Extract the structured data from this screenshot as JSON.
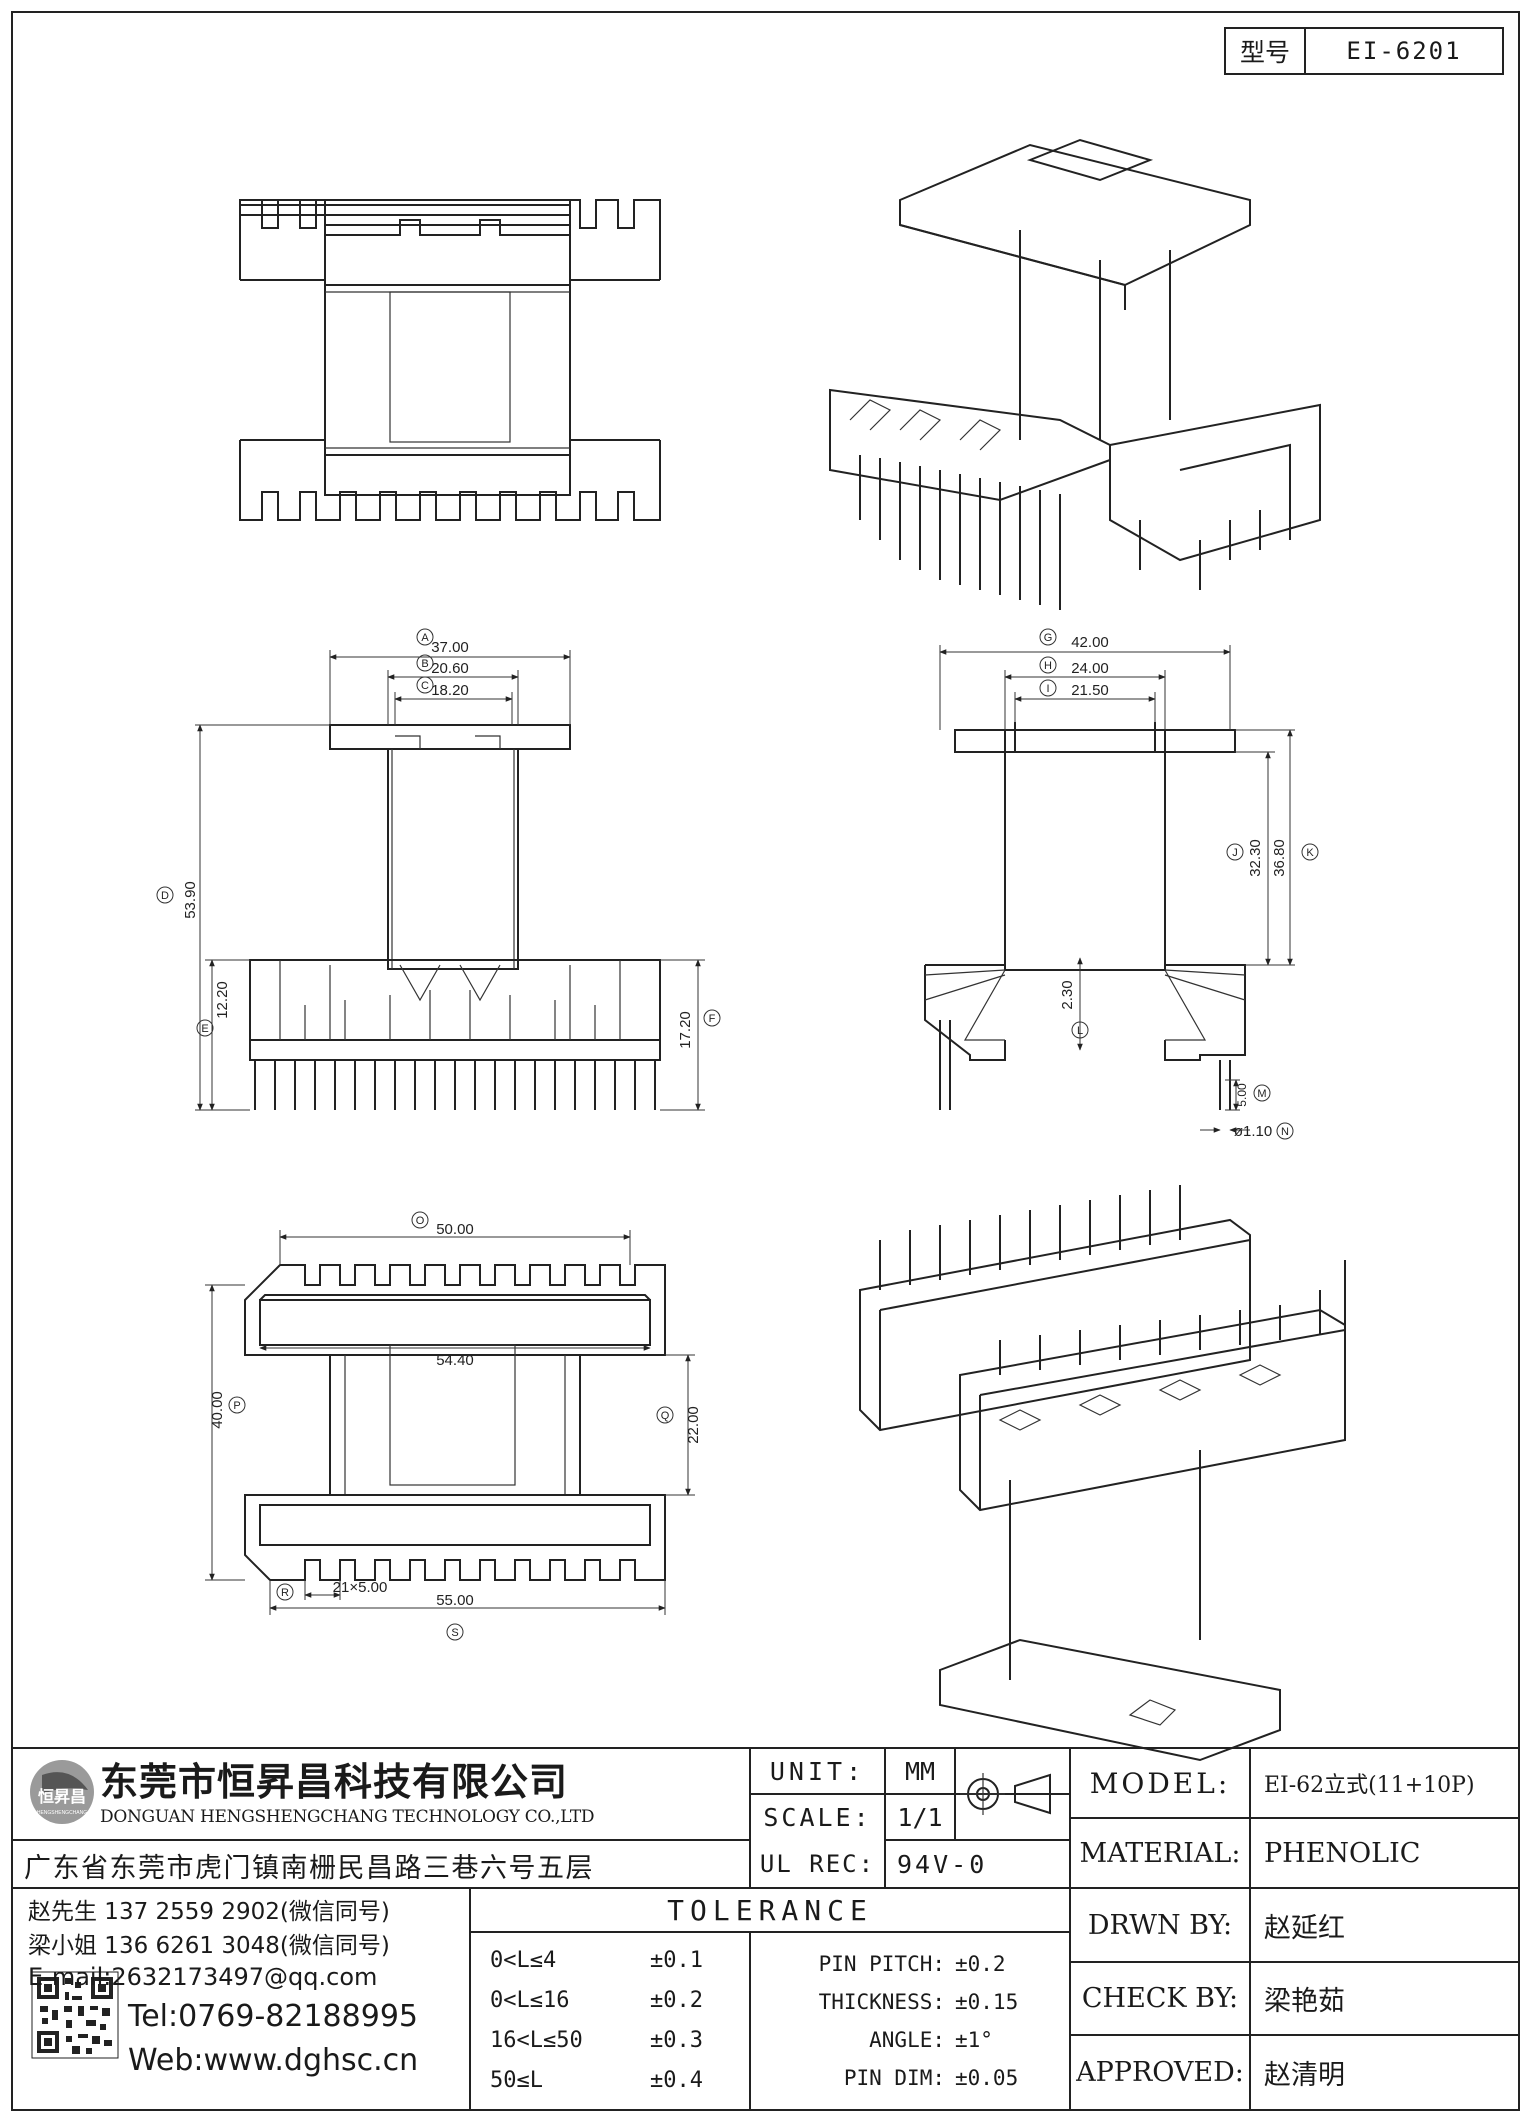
{
  "model_box": {
    "label": "型号",
    "value": "EI-6201"
  },
  "dimensions": {
    "A": {
      "letter": "A",
      "value": "37.00"
    },
    "B": {
      "letter": "B",
      "value": "20.60"
    },
    "C": {
      "letter": "C",
      "value": "18.20"
    },
    "D": {
      "letter": "D",
      "value": "53.90"
    },
    "E": {
      "letter": "E",
      "value": "12.20"
    },
    "F": {
      "letter": "F",
      "value": "17.20"
    },
    "G": {
      "letter": "G",
      "value": "42.00"
    },
    "H": {
      "letter": "H",
      "value": "24.00"
    },
    "I": {
      "letter": "I",
      "value": "21.50"
    },
    "J": {
      "letter": "J",
      "value": "32.30"
    },
    "K": {
      "letter": "K",
      "value": "36.80"
    },
    "L": {
      "letter": "L",
      "value": "2.30"
    },
    "M": {
      "letter": "M",
      "value": "5.00"
    },
    "N": {
      "letter": "N",
      "value": "ø1.10"
    },
    "O": {
      "letter": "O",
      "value": "50.00"
    },
    "P": {
      "letter": "P",
      "value": "40.00"
    },
    "Q": {
      "letter": "Q",
      "value": "22.00"
    },
    "R": {
      "letter": "R",
      "value": ""
    },
    "S": {
      "letter": "S",
      "value": "55.00"
    },
    "inner": {
      "value": "54.40"
    },
    "pitch": {
      "value": "21×5.00"
    }
  },
  "company": {
    "name_cn": "东莞市恒昇昌科技有限公司",
    "name_en": "DONGUAN HENGSHENGCHANG TECHNOLOGY CO.,LTD",
    "logo_text": "恒昇昌",
    "logo_sub": "HENGSHENGCHANG",
    "address": "广东省东莞市虎门镇南栅民昌路三巷六号五层"
  },
  "contacts": {
    "c1": "赵先生 137 2559 2902(微信同号)",
    "c2": "梁小姐 136 6261 3048(微信同号)",
    "email": "E-mail:2632173497@qq.com",
    "tel": "Tel:0769-82188995",
    "web": "Web:www.dghsc.cn"
  },
  "unit": {
    "label": "UNIT:",
    "value": "MM"
  },
  "scale": {
    "label": "SCALE:",
    "value": "1/1"
  },
  "ul_rec": {
    "label": "UL REC:",
    "value": "94V-0"
  },
  "tolerance": {
    "title": "TOLERANCE",
    "rows": [
      {
        "range": "0<L≤4",
        "tol": "±0.1"
      },
      {
        "range": "0<L≤16",
        "tol": "±0.2"
      },
      {
        "range": "16<L≤50",
        "tol": "±0.3"
      },
      {
        "range": "50≤L",
        "tol": "±0.4"
      }
    ],
    "extra": [
      {
        "label": "PIN PITCH:",
        "tol": "±0.2"
      },
      {
        "label": "THICKNESS:",
        "tol": "±0.15"
      },
      {
        "label": "ANGLE:",
        "tol": "±1°"
      },
      {
        "label": "PIN DIM:",
        "tol": "±0.05"
      }
    ]
  },
  "info": {
    "model": {
      "label": "MODEL:",
      "value": "EI-62立式(11+10P)"
    },
    "material": {
      "label": "MATERIAL:",
      "value": "PHENOLIC"
    },
    "drwn": {
      "label": "DRWN BY:",
      "value": "赵延红"
    },
    "check": {
      "label": "CHECK BY:",
      "value": "梁艳茹"
    },
    "approved": {
      "label": "APPROVED:",
      "value": "赵清明"
    }
  }
}
